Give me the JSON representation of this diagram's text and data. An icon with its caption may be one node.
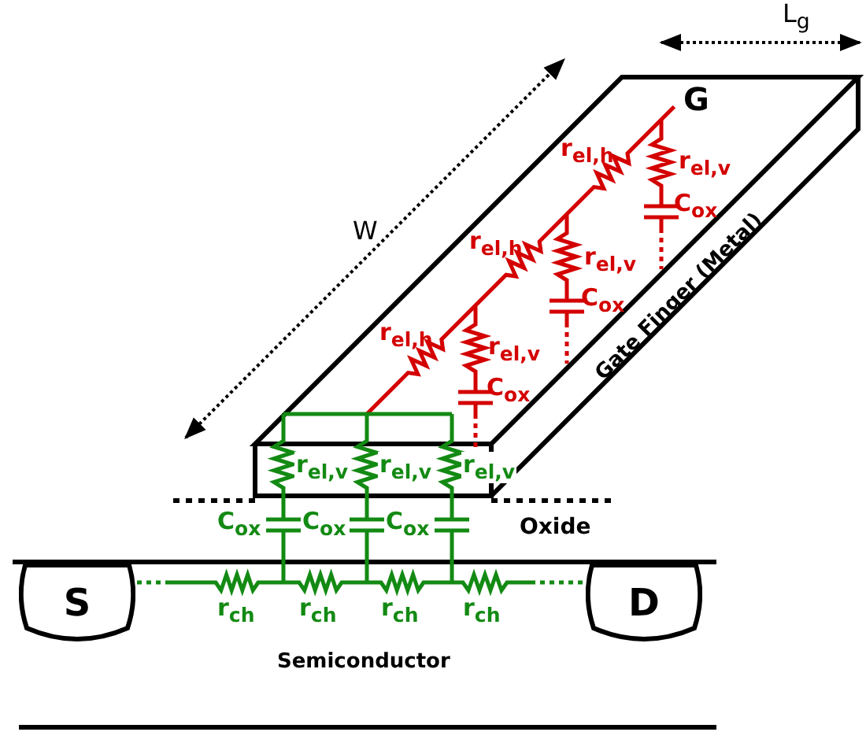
{
  "diagram": {
    "nodes": [
      {
        "text": [
          "S"
        ]
      },
      {
        "text": [
          "D"
        ]
      }
    ],
    "labels": [
      "L$_{g}$",
      "G",
      "r$_{el,h}$",
      "r$_{el,v}$",
      "C$_{ox}$",
      "W",
      "r$_{el,h}$",
      "r$_{el,v}$",
      "C$_{ox}$",
      "r$_{el,h}$",
      "Gate Finger (Metal)",
      "r$_{el,v}$",
      "C$_{ox}$",
      "r$_{el,v}$",
      "r$_{el,v}$",
      "r$_{el,v}$",
      "C$_{ox}$",
      "C$_{ox}$",
      "C$_{ox}$",
      "Oxide",
      "r$_{ch}$",
      "r$_{ch}$",
      "r$_{ch}$",
      "r$_{ch}$",
      "Semiconductor"
    ]
  }
}
